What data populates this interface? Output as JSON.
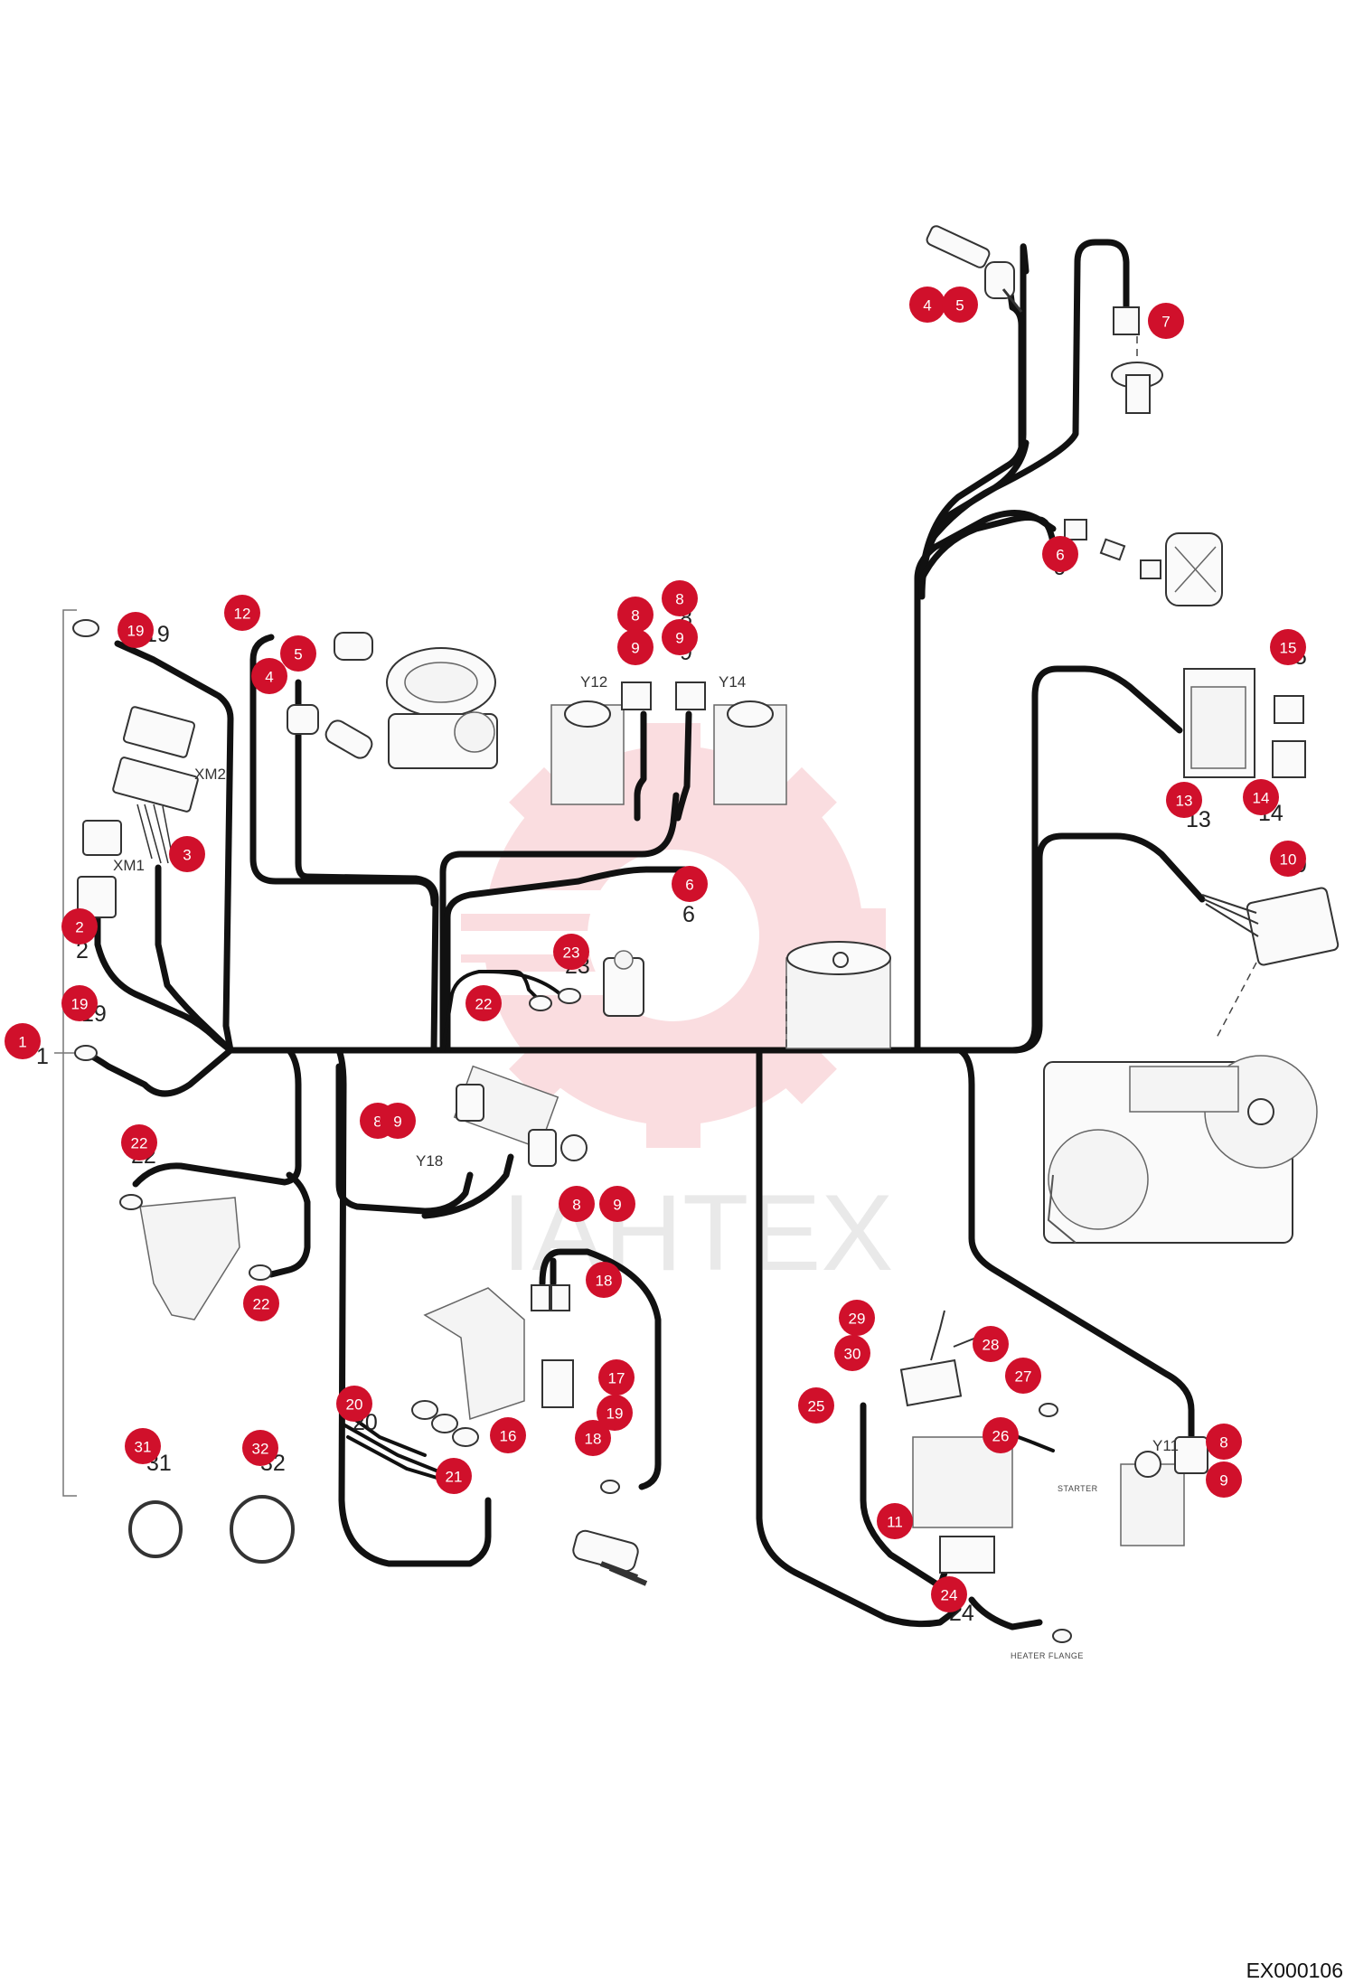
{
  "drawing_code": "EX000106",
  "watermark_text": "IAHTEX",
  "colors": {
    "callout": "#d0102b",
    "wire": "#111111",
    "watermark": "#f2a0a8"
  },
  "connector_labels": {
    "xm1": "XM1",
    "xm2": "XM2",
    "y11": "Y11",
    "y12": "Y12",
    "y14": "Y14",
    "y18": "Y18",
    "starter": "STARTER",
    "heater_flange": "HEATER FLANGE"
  },
  "printed_numbers": [
    {
      "id": "p1",
      "text": "1"
    },
    {
      "id": "p2",
      "text": "2"
    },
    {
      "id": "p6a",
      "text": "6"
    },
    {
      "id": "p6b",
      "text": "6"
    },
    {
      "id": "p8a",
      "text": "8"
    },
    {
      "id": "p9a",
      "text": "9"
    },
    {
      "id": "p10",
      "text": "10"
    },
    {
      "id": "p13",
      "text": "13"
    },
    {
      "id": "p14",
      "text": "14"
    },
    {
      "id": "p15",
      "text": "15"
    },
    {
      "id": "p19a",
      "text": "19"
    },
    {
      "id": "p19b",
      "text": "19"
    },
    {
      "id": "p20",
      "text": "20"
    },
    {
      "id": "p22a",
      "text": "22"
    },
    {
      "id": "p23",
      "text": "23"
    },
    {
      "id": "p24",
      "text": "24"
    },
    {
      "id": "p31",
      "text": "31"
    },
    {
      "id": "p32",
      "text": "32"
    }
  ],
  "callouts": [
    {
      "id": "c1",
      "label": "1"
    },
    {
      "id": "c2",
      "label": "2"
    },
    {
      "id": "c3",
      "label": "3"
    },
    {
      "id": "c4a",
      "label": "4"
    },
    {
      "id": "c5a",
      "label": "5"
    },
    {
      "id": "c4b",
      "label": "4"
    },
    {
      "id": "c5b",
      "label": "5"
    },
    {
      "id": "c6a",
      "label": "6"
    },
    {
      "id": "c6b",
      "label": "6"
    },
    {
      "id": "c7",
      "label": "7"
    },
    {
      "id": "c8a",
      "label": "8"
    },
    {
      "id": "c8b",
      "label": "8"
    },
    {
      "id": "c8c",
      "label": "8"
    },
    {
      "id": "c8d",
      "label": "8"
    },
    {
      "id": "c8e",
      "label": "8"
    },
    {
      "id": "c9a",
      "label": "9"
    },
    {
      "id": "c9b",
      "label": "9"
    },
    {
      "id": "c9c",
      "label": "9"
    },
    {
      "id": "c9d",
      "label": "9"
    },
    {
      "id": "c9e",
      "label": "9"
    },
    {
      "id": "c10",
      "label": "10"
    },
    {
      "id": "c11",
      "label": "11"
    },
    {
      "id": "c12",
      "label": "12"
    },
    {
      "id": "c13",
      "label": "13"
    },
    {
      "id": "c14",
      "label": "14"
    },
    {
      "id": "c15",
      "label": "15"
    },
    {
      "id": "c16",
      "label": "16"
    },
    {
      "id": "c17",
      "label": "17"
    },
    {
      "id": "c18a",
      "label": "18"
    },
    {
      "id": "c18b",
      "label": "18"
    },
    {
      "id": "c19a",
      "label": "19"
    },
    {
      "id": "c19b",
      "label": "19"
    },
    {
      "id": "c19c",
      "label": "19"
    },
    {
      "id": "c20",
      "label": "20"
    },
    {
      "id": "c21",
      "label": "21"
    },
    {
      "id": "c22a",
      "label": "22"
    },
    {
      "id": "c22b",
      "label": "22"
    },
    {
      "id": "c22c",
      "label": "22"
    },
    {
      "id": "c23",
      "label": "23"
    },
    {
      "id": "c24",
      "label": "24"
    },
    {
      "id": "c25",
      "label": "25"
    },
    {
      "id": "c26",
      "label": "26"
    },
    {
      "id": "c27",
      "label": "27"
    },
    {
      "id": "c28",
      "label": "28"
    },
    {
      "id": "c29",
      "label": "29"
    },
    {
      "id": "c30",
      "label": "30"
    },
    {
      "id": "c31",
      "label": "31"
    },
    {
      "id": "c32",
      "label": "32"
    }
  ]
}
